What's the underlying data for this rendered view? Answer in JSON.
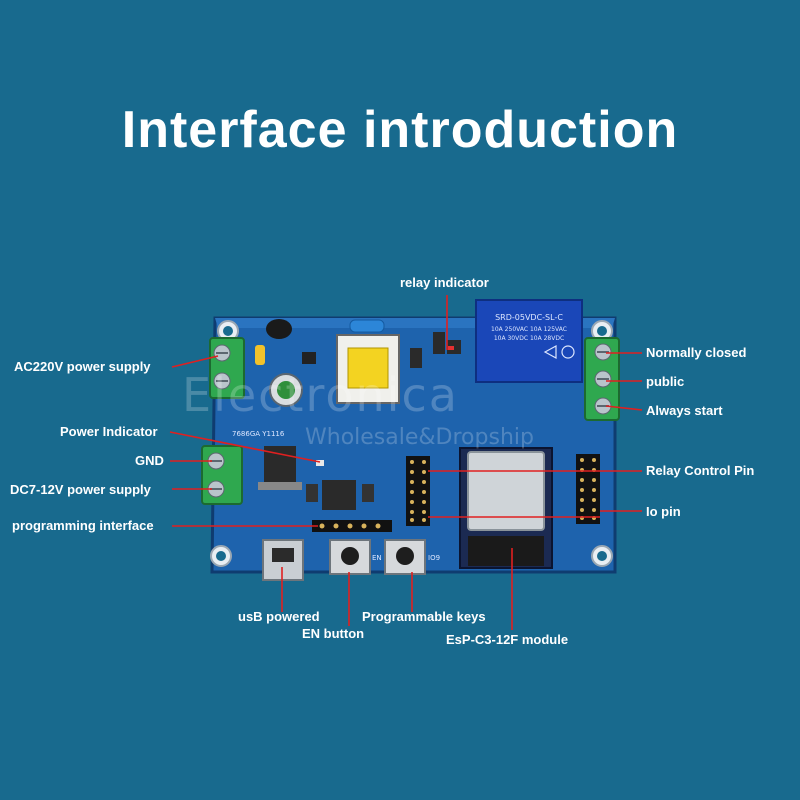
{
  "title": "Interface introduction",
  "labels": {
    "relay_indicator": "relay indicator",
    "ac220v": "AC220V power supply",
    "power_indicator": "Power Indicator",
    "gnd": "GND",
    "dc7_12v": "DC7-12V power supply",
    "programming_interface": "programming interface",
    "normally_closed": "Normally closed",
    "public": "public",
    "always_start": "Always start",
    "relay_control_pin": "Relay Control Pin",
    "io_pin": "Io pin",
    "usb_powered": "usB powered",
    "en_button": "EN button",
    "programmable_keys": "Programmable keys",
    "esp_module": "EsP-C3-12F module"
  },
  "watermark": {
    "line1": "Electronica",
    "line2": "Wholesale&Dropship"
  },
  "board_text": {
    "relay_line1": "SRD-05VDC-SL-C",
    "relay_line2": "10A 250VAC 10A 125VAC",
    "relay_line3": "10A 30VDC 10A 28VDC",
    "key_en": "EN",
    "key_io9": "IO9",
    "silk_model": "7686GA Y1116"
  },
  "colors": {
    "background": "#186a8e",
    "board": "#1c5fa8",
    "relay": "#1a47b8",
    "terminal": "#2fa84f",
    "pointer": "#e02020"
  }
}
